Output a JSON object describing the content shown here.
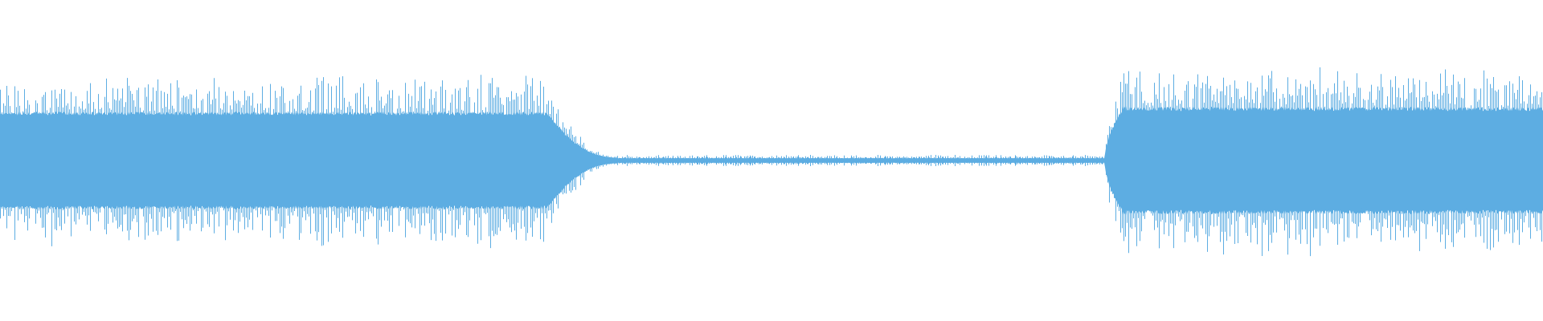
{
  "waveform": {
    "color": "#5DADE2",
    "background": "#ffffff",
    "sections": [
      {
        "label": "loud",
        "start": 0.0,
        "end": 0.355,
        "level": 0.82
      },
      {
        "label": "decay",
        "start": 0.355,
        "end": 0.4,
        "level_from": 0.82,
        "level_to": 0.05
      },
      {
        "label": "quiet",
        "start": 0.4,
        "end": 0.716,
        "level": 0.04
      },
      {
        "label": "attack",
        "start": 0.716,
        "end": 0.73,
        "level_from": 0.05,
        "level_to": 1.0
      },
      {
        "label": "loud",
        "start": 0.73,
        "end": 1.0,
        "level": 0.9
      }
    ]
  }
}
